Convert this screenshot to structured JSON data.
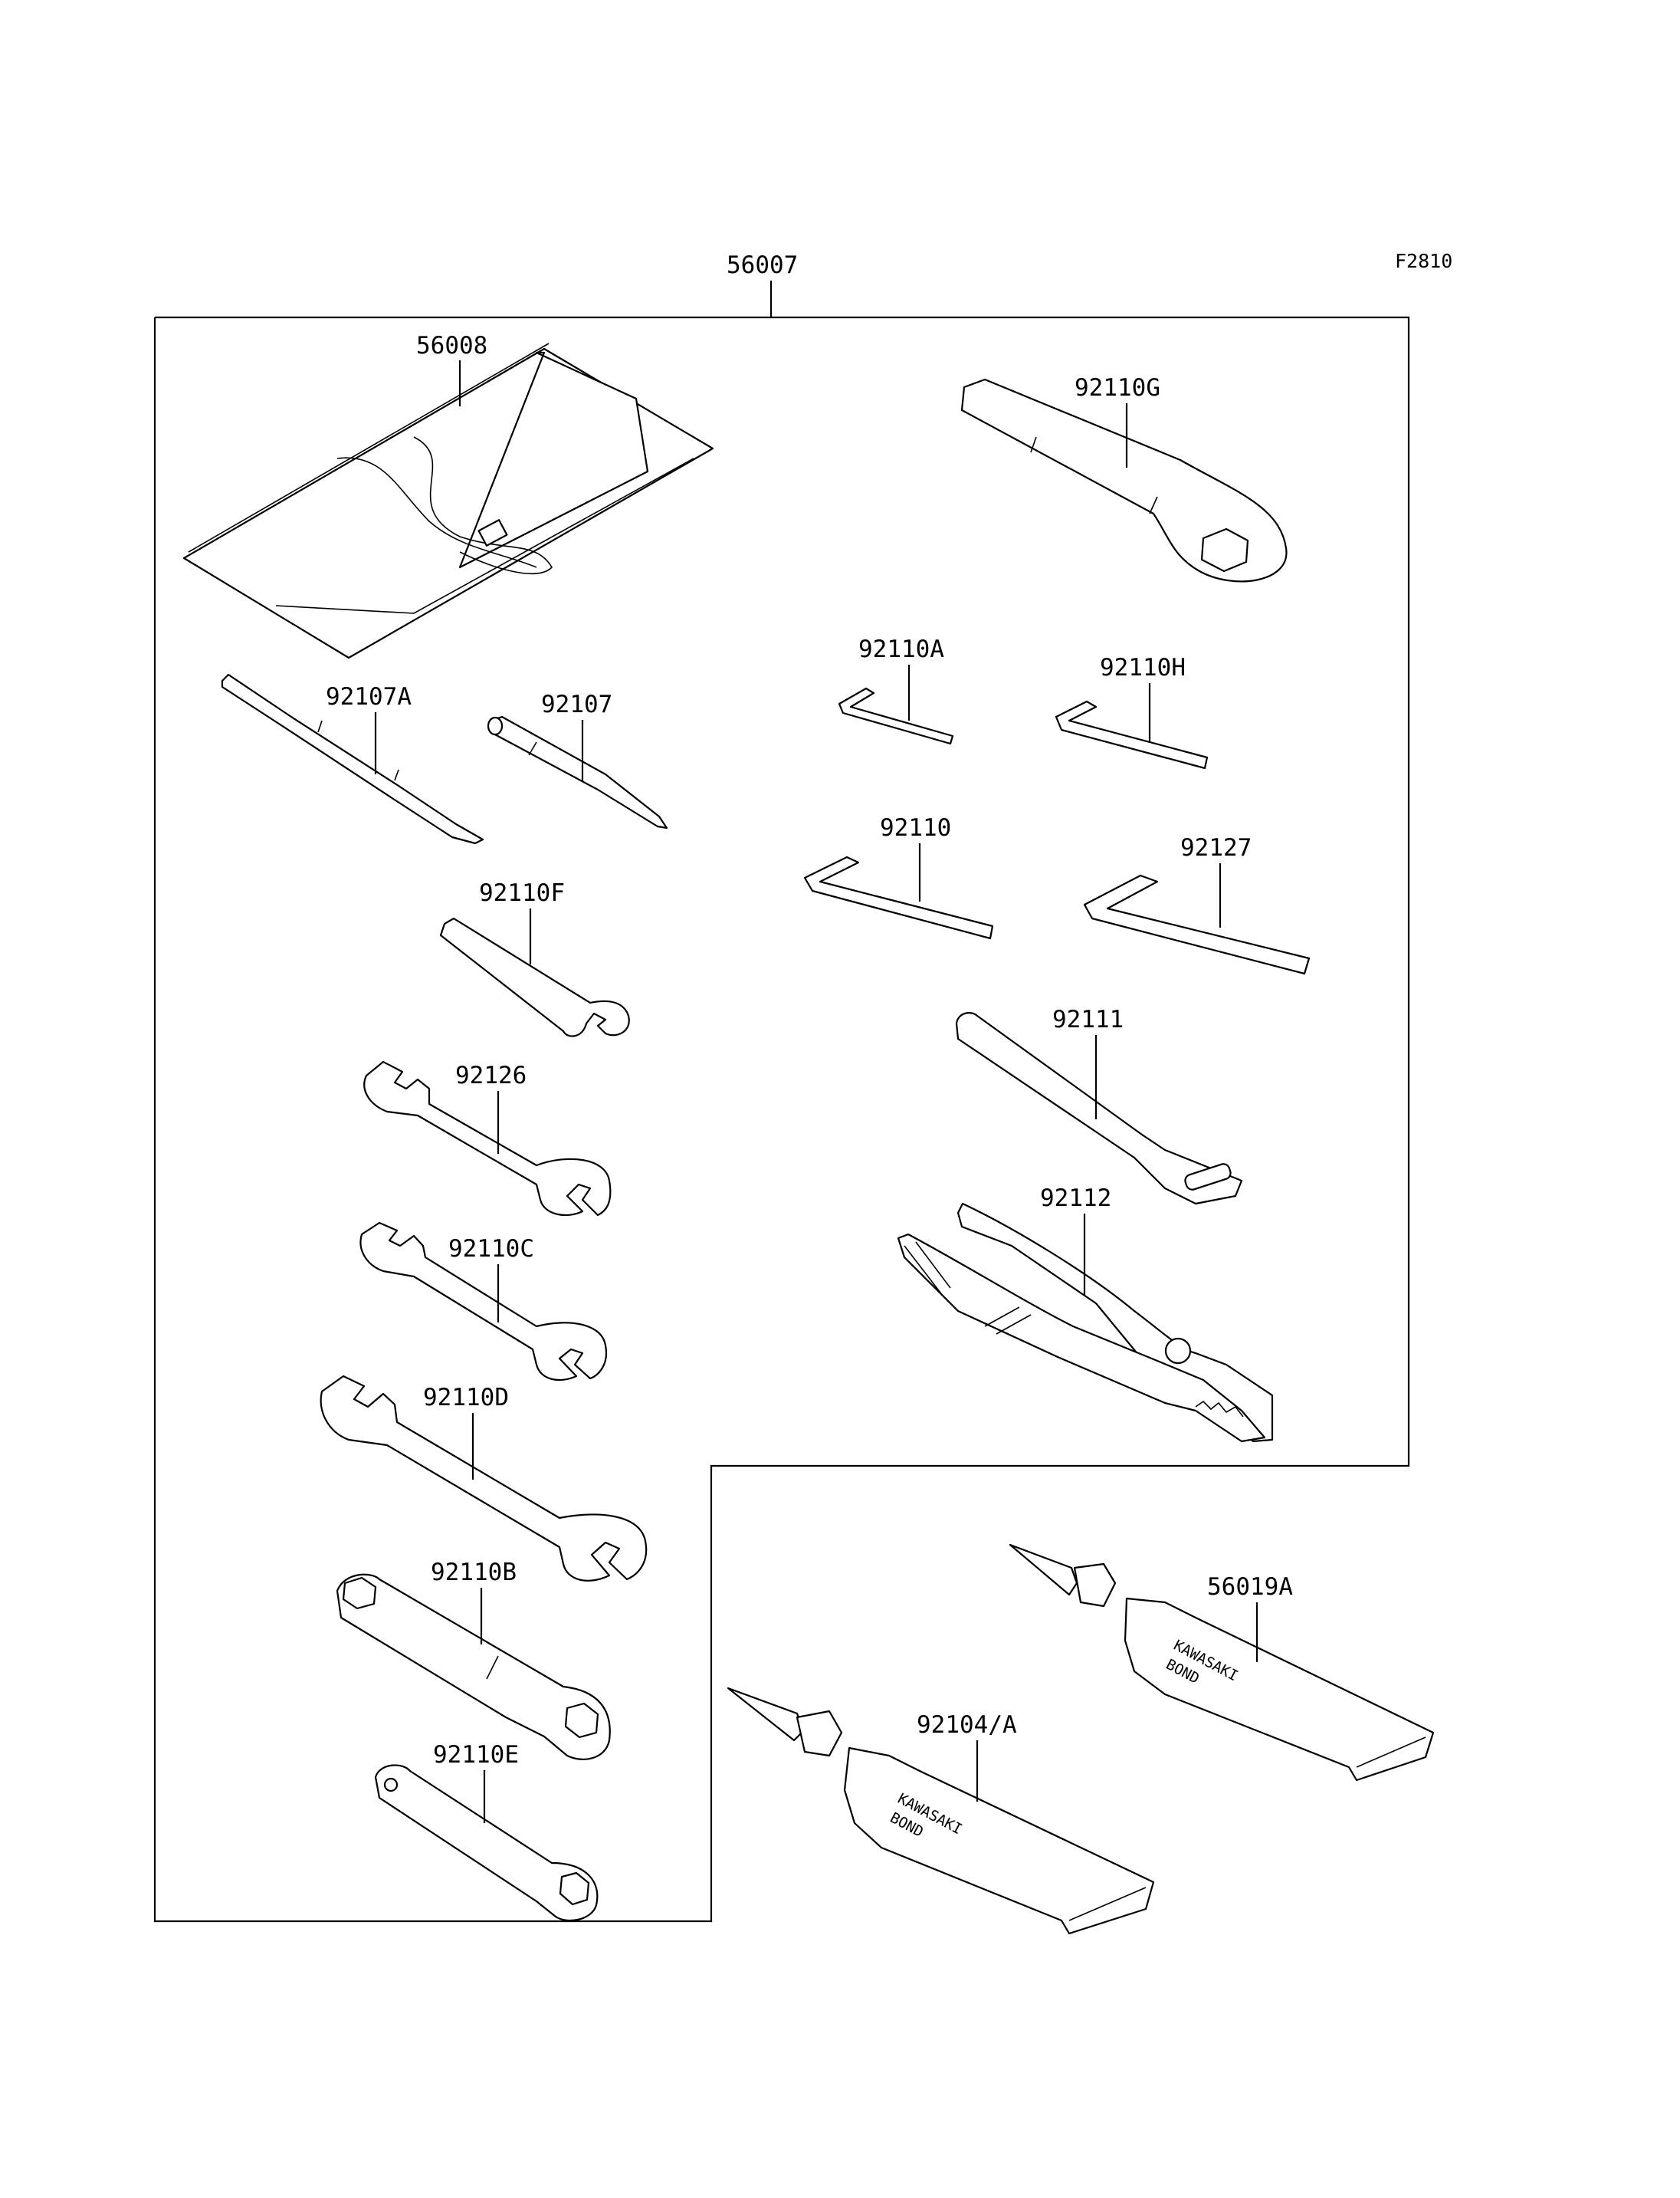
{
  "figure_code": "F2810",
  "kit": {
    "part_no": "56007"
  },
  "parts": {
    "bag": "56008",
    "ring_wrench": "92110G",
    "screwdriver_a": "92107A",
    "screwdriver": "92107",
    "hex_key_a": "92110A",
    "hex_key_h": "92110H",
    "hex_key": "92110",
    "hex_key_large": "92127",
    "wrench_f": "92110F",
    "wrench_126": "92126",
    "extension_bar": "92111",
    "pliers": "92112",
    "wrench_c": "92110C",
    "wrench_d": "92110D",
    "socket_b": "92110B",
    "socket_e": "92110E",
    "bond_a": "56019A",
    "bond_b": "92104/A"
  },
  "tube_labels": {
    "brand": "KAWASAKI",
    "product": "BOND"
  }
}
